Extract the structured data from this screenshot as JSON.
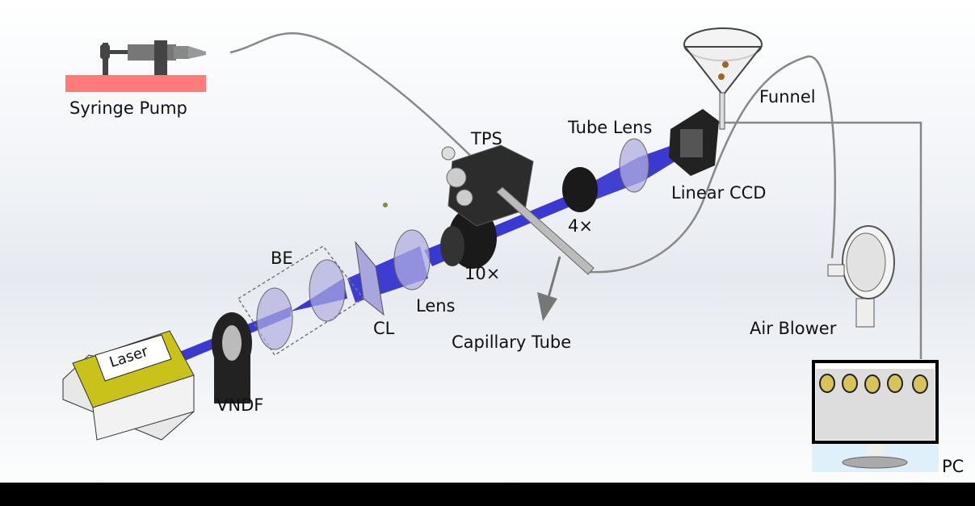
{
  "labels": {
    "syringe_pump": "Syringe Pump",
    "tps": "TPS",
    "tube_lens": "Tube Lens",
    "funnel": "Funnel",
    "linear_ccd": "Linear CCD",
    "obj_4x": "4×",
    "obj_10x": "10×",
    "be": "BE",
    "lens": "Lens",
    "cl": "CL",
    "capillary_tube": "Capillary Tube",
    "air_blower": "Air Blower",
    "vndf": "VNDF",
    "laser": "Laser",
    "pc": "PC"
  },
  "colors": {
    "beam": "#1a1acc",
    "laser_top": "#c8c21a",
    "pump_base": "#ff7b7b",
    "wire": "#808080"
  }
}
